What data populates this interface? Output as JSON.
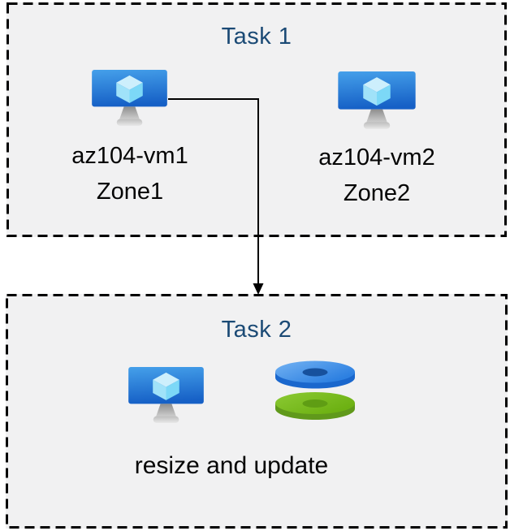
{
  "diagram": {
    "task1": {
      "title": "Task 1",
      "vm1": {
        "name": "az104-vm1",
        "zone": "Zone1",
        "icon": "virtual-machine-icon"
      },
      "vm2": {
        "name": "az104-vm2",
        "zone": "Zone2",
        "icon": "virtual-machine-icon"
      }
    },
    "task2": {
      "title": "Task 2",
      "caption": "resize and update",
      "icons": [
        "virtual-machine-icon",
        "disks-icon"
      ]
    },
    "arrow": {
      "from": "az104-vm1",
      "to": "Task 2"
    }
  },
  "colors": {
    "canvas_bg": "#ffffff",
    "box_bg": "#f1f1f2",
    "box_border": "#000000",
    "title_text": "#1b4a75",
    "body_text": "#050505",
    "arrow": "#000000",
    "vm_screen_top": "#3b97e8",
    "vm_screen_bottom": "#175fc4",
    "vm_cube_top": "#cdeffc",
    "vm_cube_left": "#a0e2f9",
    "vm_cube_right": "#7cd8f7",
    "vm_stand": "#9a9a9a",
    "disk_blue_top": "#74b3f3",
    "disk_blue_rim": "#1a67cd",
    "disk_blue_hole": "#17519d",
    "disk_green_top": "#76bd22",
    "disk_green_rim": "#60991b",
    "disk_green_hole": "#5f9d14"
  }
}
